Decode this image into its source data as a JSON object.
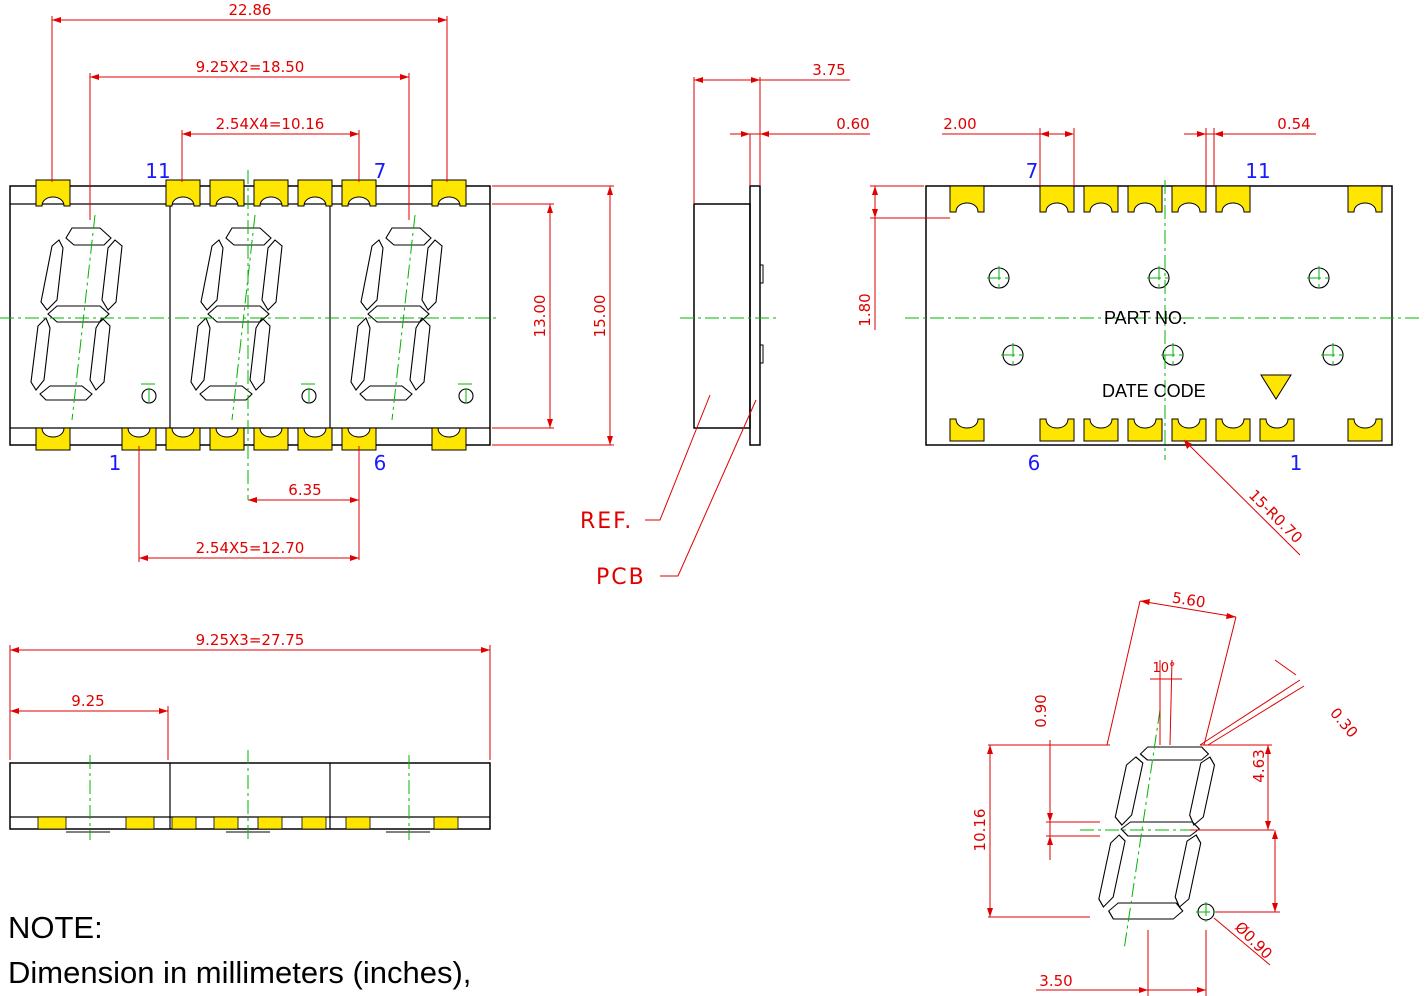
{
  "front_view": {
    "dims": {
      "overall_width": "22.86",
      "digit_pitch": "9.25X2=18.50",
      "pin_pitch_top": "2.54X4=10.16",
      "center_offset": "6.35",
      "pin_pitch_bottom": "2.54X5=12.70",
      "window_height": "13.00",
      "body_height": "15.00"
    },
    "pins": {
      "top_left": "11",
      "top_right": "7",
      "bottom_left": "1",
      "bottom_right": "6"
    }
  },
  "side_view": {
    "dims": {
      "thickness": "3.75",
      "pcb_thickness": "0.60"
    },
    "callouts": {
      "ref": "REF.",
      "pcb": "PCB"
    }
  },
  "back_view": {
    "dims": {
      "pad_spacing": "2.00",
      "pad_gap": "0.54",
      "pad_depth": "1.80",
      "pad_radius": "15-R0.70"
    },
    "pins": {
      "top_left": "7",
      "top_right": "11",
      "bottom_left": "6",
      "bottom_right": "1"
    },
    "labels": {
      "part_no": "PART NO.",
      "date_code": "DATE CODE"
    }
  },
  "bottom_view": {
    "dims": {
      "overall_length": "9.25X3=27.75",
      "digit_length": "9.25"
    }
  },
  "digit_detail": {
    "dims": {
      "digit_width": "5.60",
      "slant_angle": "10°",
      "segment_offset": "0.90",
      "segment_width": "0.30",
      "upper_height": "4.63",
      "digit_height": "10.16",
      "dp_diameter": "Ø0.90",
      "dp_offset": "3.50"
    }
  },
  "note": {
    "title": "NOTE:",
    "line1": "Dimension in millimeters (inches),"
  },
  "colors": {
    "outline": "#000000",
    "dimension": "#e00000",
    "centerline": "#00b400",
    "pad": "#ffe600",
    "pin_number": "#1a1aff"
  }
}
